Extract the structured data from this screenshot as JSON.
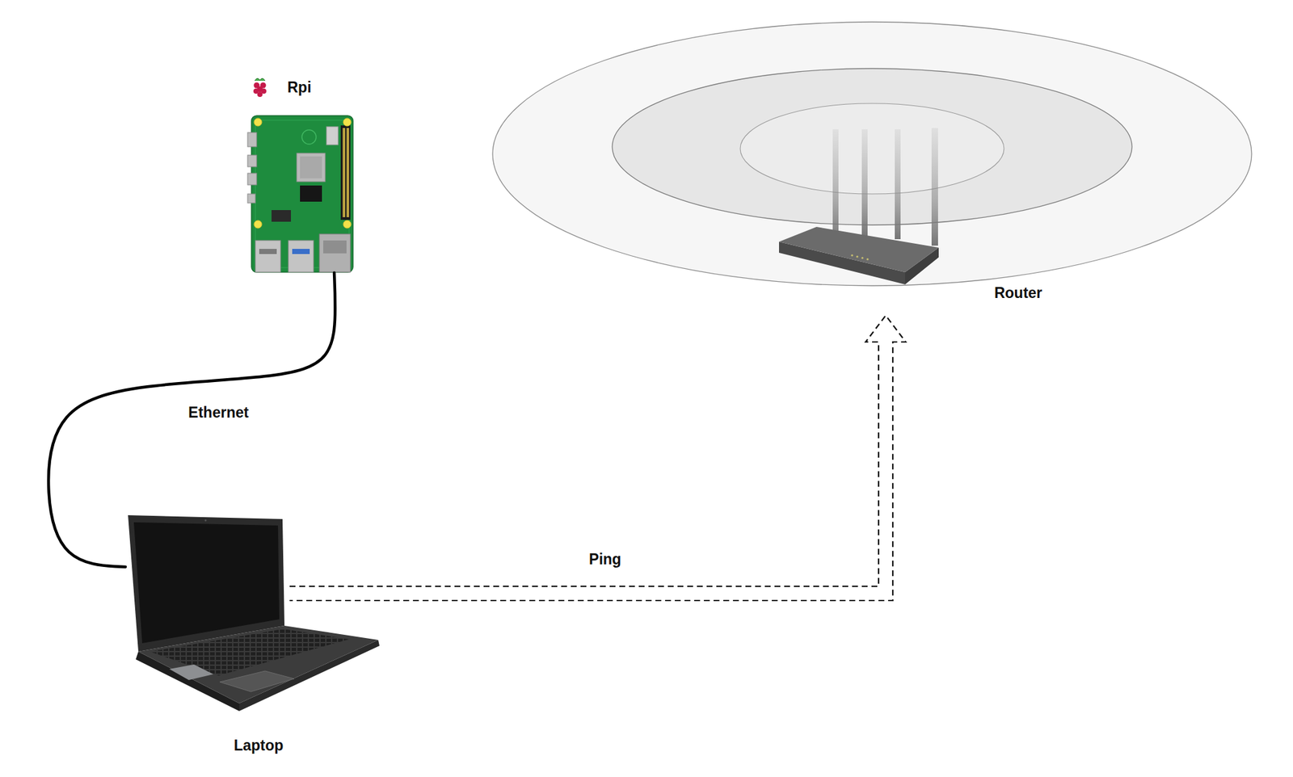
{
  "diagram": {
    "nodes": [
      {
        "text": [
          "Rpi"
        ]
      },
      {
        "text": [
          "Router"
        ]
      },
      {
        "text": [
          "Laptop"
        ]
      }
    ],
    "edges": [
      {
        "from": 0,
        "to": 2,
        "label": "Ethernet",
        "arrow": "none"
      },
      {
        "from": 2,
        "to": 1,
        "label": "Ping",
        "arrow": "to"
      }
    ]
  }
}
